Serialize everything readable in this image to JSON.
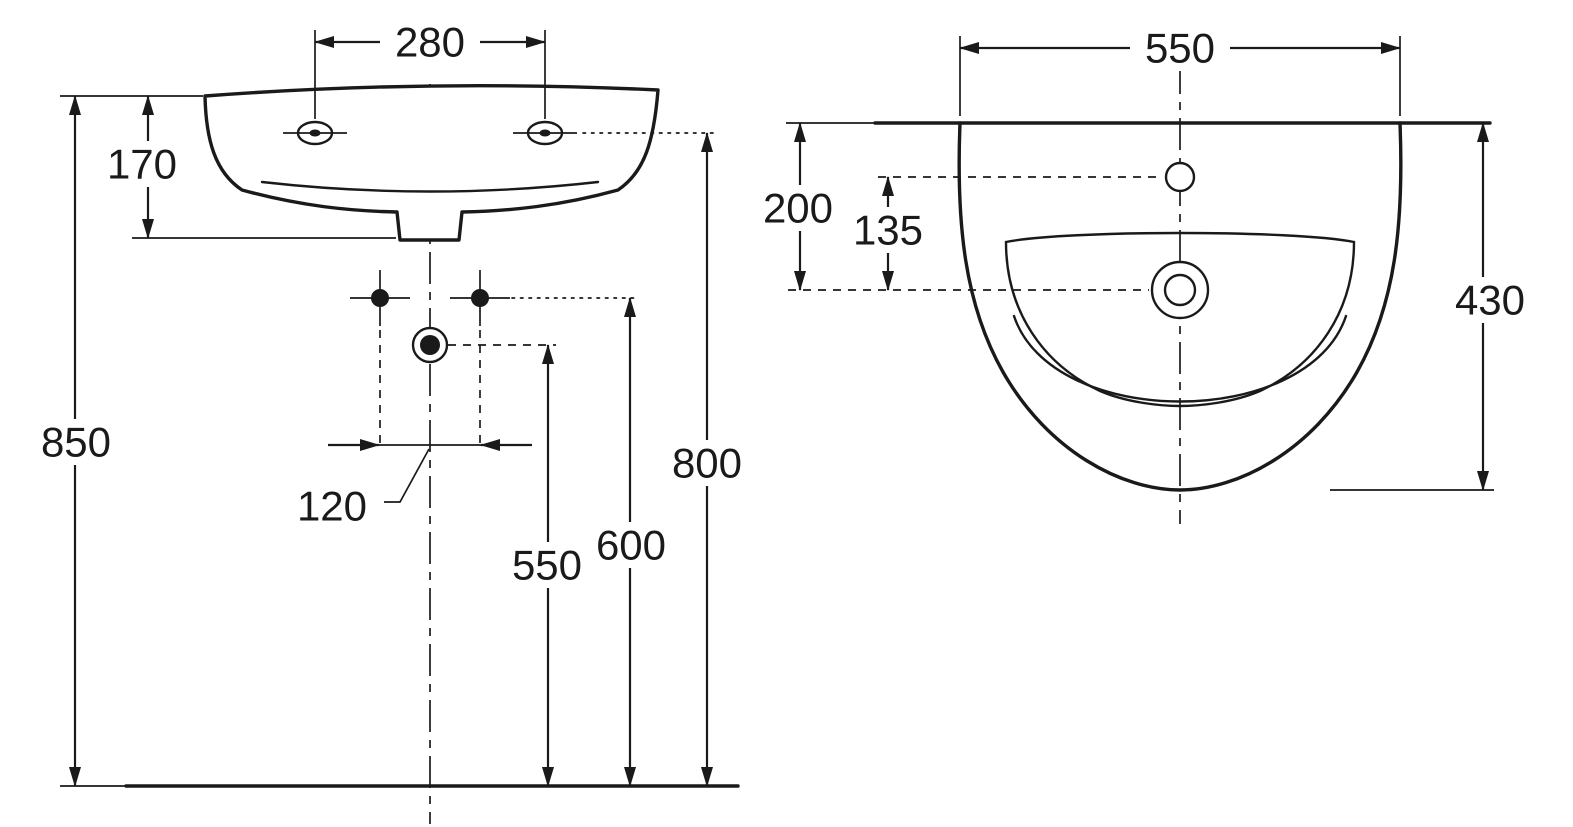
{
  "drawing": {
    "kind": "washbasin installation technical drawing",
    "colors": {
      "line": "#1a1a1a",
      "background": "#ffffff"
    },
    "front_view": {
      "labels": {
        "tap_hole_spacing": "280",
        "basin_height": "170",
        "rim_height_from_floor": "850",
        "fixing_bolt_spacing": "120",
        "waste_outlet_height": "550",
        "fixing_bolt_height": "600",
        "tap_hole_height": "800"
      }
    },
    "plan_view": {
      "labels": {
        "basin_width": "550",
        "wall_to_waste_center": "200",
        "tap_hole_to_waste_center": "135",
        "basin_depth": "430"
      }
    }
  }
}
